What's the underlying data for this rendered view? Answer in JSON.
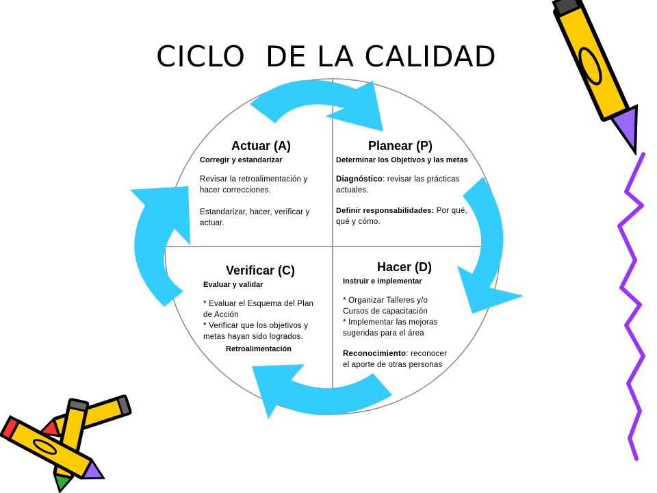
{
  "title": "CICLO  DE LA CALIDAD",
  "colors": {
    "arrow": "#33ccff",
    "circle": "#8a8a8a",
    "pencil_body": "#ffcc00",
    "pencil_outline": "#000000",
    "pencil_tip": "#9966ff",
    "pencil_eraser": "#ff3333",
    "pencil_band": "#33aa33",
    "squiggle": "#9933ff"
  },
  "quadrants": {
    "actuar": {
      "heading": "Actuar (A)",
      "subheading": "Corregir y estandarizar",
      "p1": "Revisar la retroalimentación y hacer correcciones.",
      "p2": "Estandarizar, hacer, verificar y actuar."
    },
    "planear": {
      "heading": "Planear (P)",
      "subheading": "Determinar los Objetivos y las metas",
      "diag_label": "Diagnóstico",
      "diag_text": ": revisar las prácticas actuales.",
      "resp_label": "Definir responsabilidades:",
      "resp_text": " Por qué, qué y cómo."
    },
    "verificar": {
      "heading": "Verificar (C)",
      "subheading": "Evaluar y validar",
      "p1": "* Evaluar el Esquema del Plan de  Acción",
      "p2": "* Verificar que los objetivos y metas hayan sido logrados.",
      "footer": "Retroalimentación"
    },
    "hacer": {
      "heading": "Hacer (D)",
      "subheading": "Instruir e implementar",
      "p1": "* Organizar Talleres y/o Cursos de capacitación",
      "p2": "* Implementar las mejoras sugeridas para el área",
      "recon_label": "Reconocimiento",
      "recon_text": ": reconocer el aporte de otras personas"
    }
  }
}
